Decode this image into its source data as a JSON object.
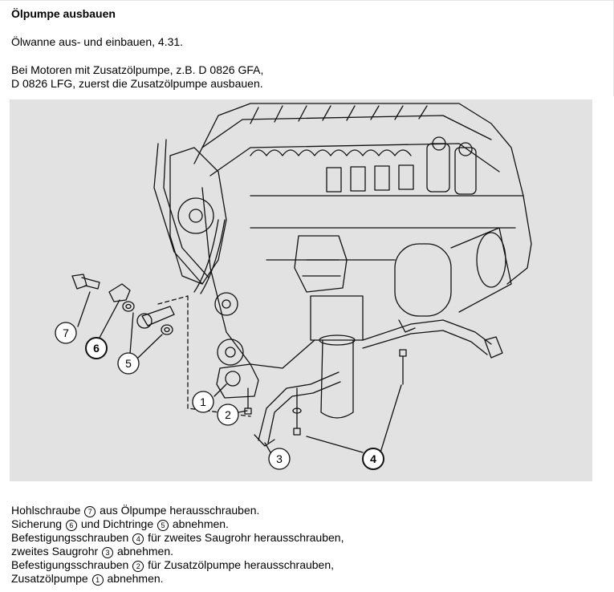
{
  "title": "Ölpumpe ausbauen",
  "intro": {
    "line1": "Ölwanne aus- und einbauen, 4.31.",
    "line2a": "Bei Motoren mit Zusatzölpumpe, z.B. D 0826 GFA,",
    "line2b": "D 0826 LFG, zuerst die Zusatzölpumpe ausbauen."
  },
  "figure": {
    "callouts": [
      "1",
      "2",
      "3",
      "4",
      "5",
      "6",
      "7"
    ]
  },
  "steps": [
    {
      "pre": "Hohlschraube ",
      "num": "7",
      "post": " aus Ölpumpe herausschrauben."
    },
    {
      "pre": "Sicherung ",
      "num": "6",
      "mid": " und Dichtringe ",
      "num2": "5",
      "post": " abnehmen."
    },
    {
      "pre": "Befestigungsschrauben ",
      "num": "4",
      "post": " für zweites Saugrohr herausschrauben,"
    },
    {
      "pre": "zweites Saugrohr ",
      "num": "3",
      "post": " abnehmen."
    },
    {
      "pre": "Befestigungsschrauben ",
      "num": "2",
      "post": " für Zusatzölpumpe herausschrauben,"
    },
    {
      "pre": "Zusatzölpumpe ",
      "num": "1",
      "post": " abnehmen."
    }
  ]
}
